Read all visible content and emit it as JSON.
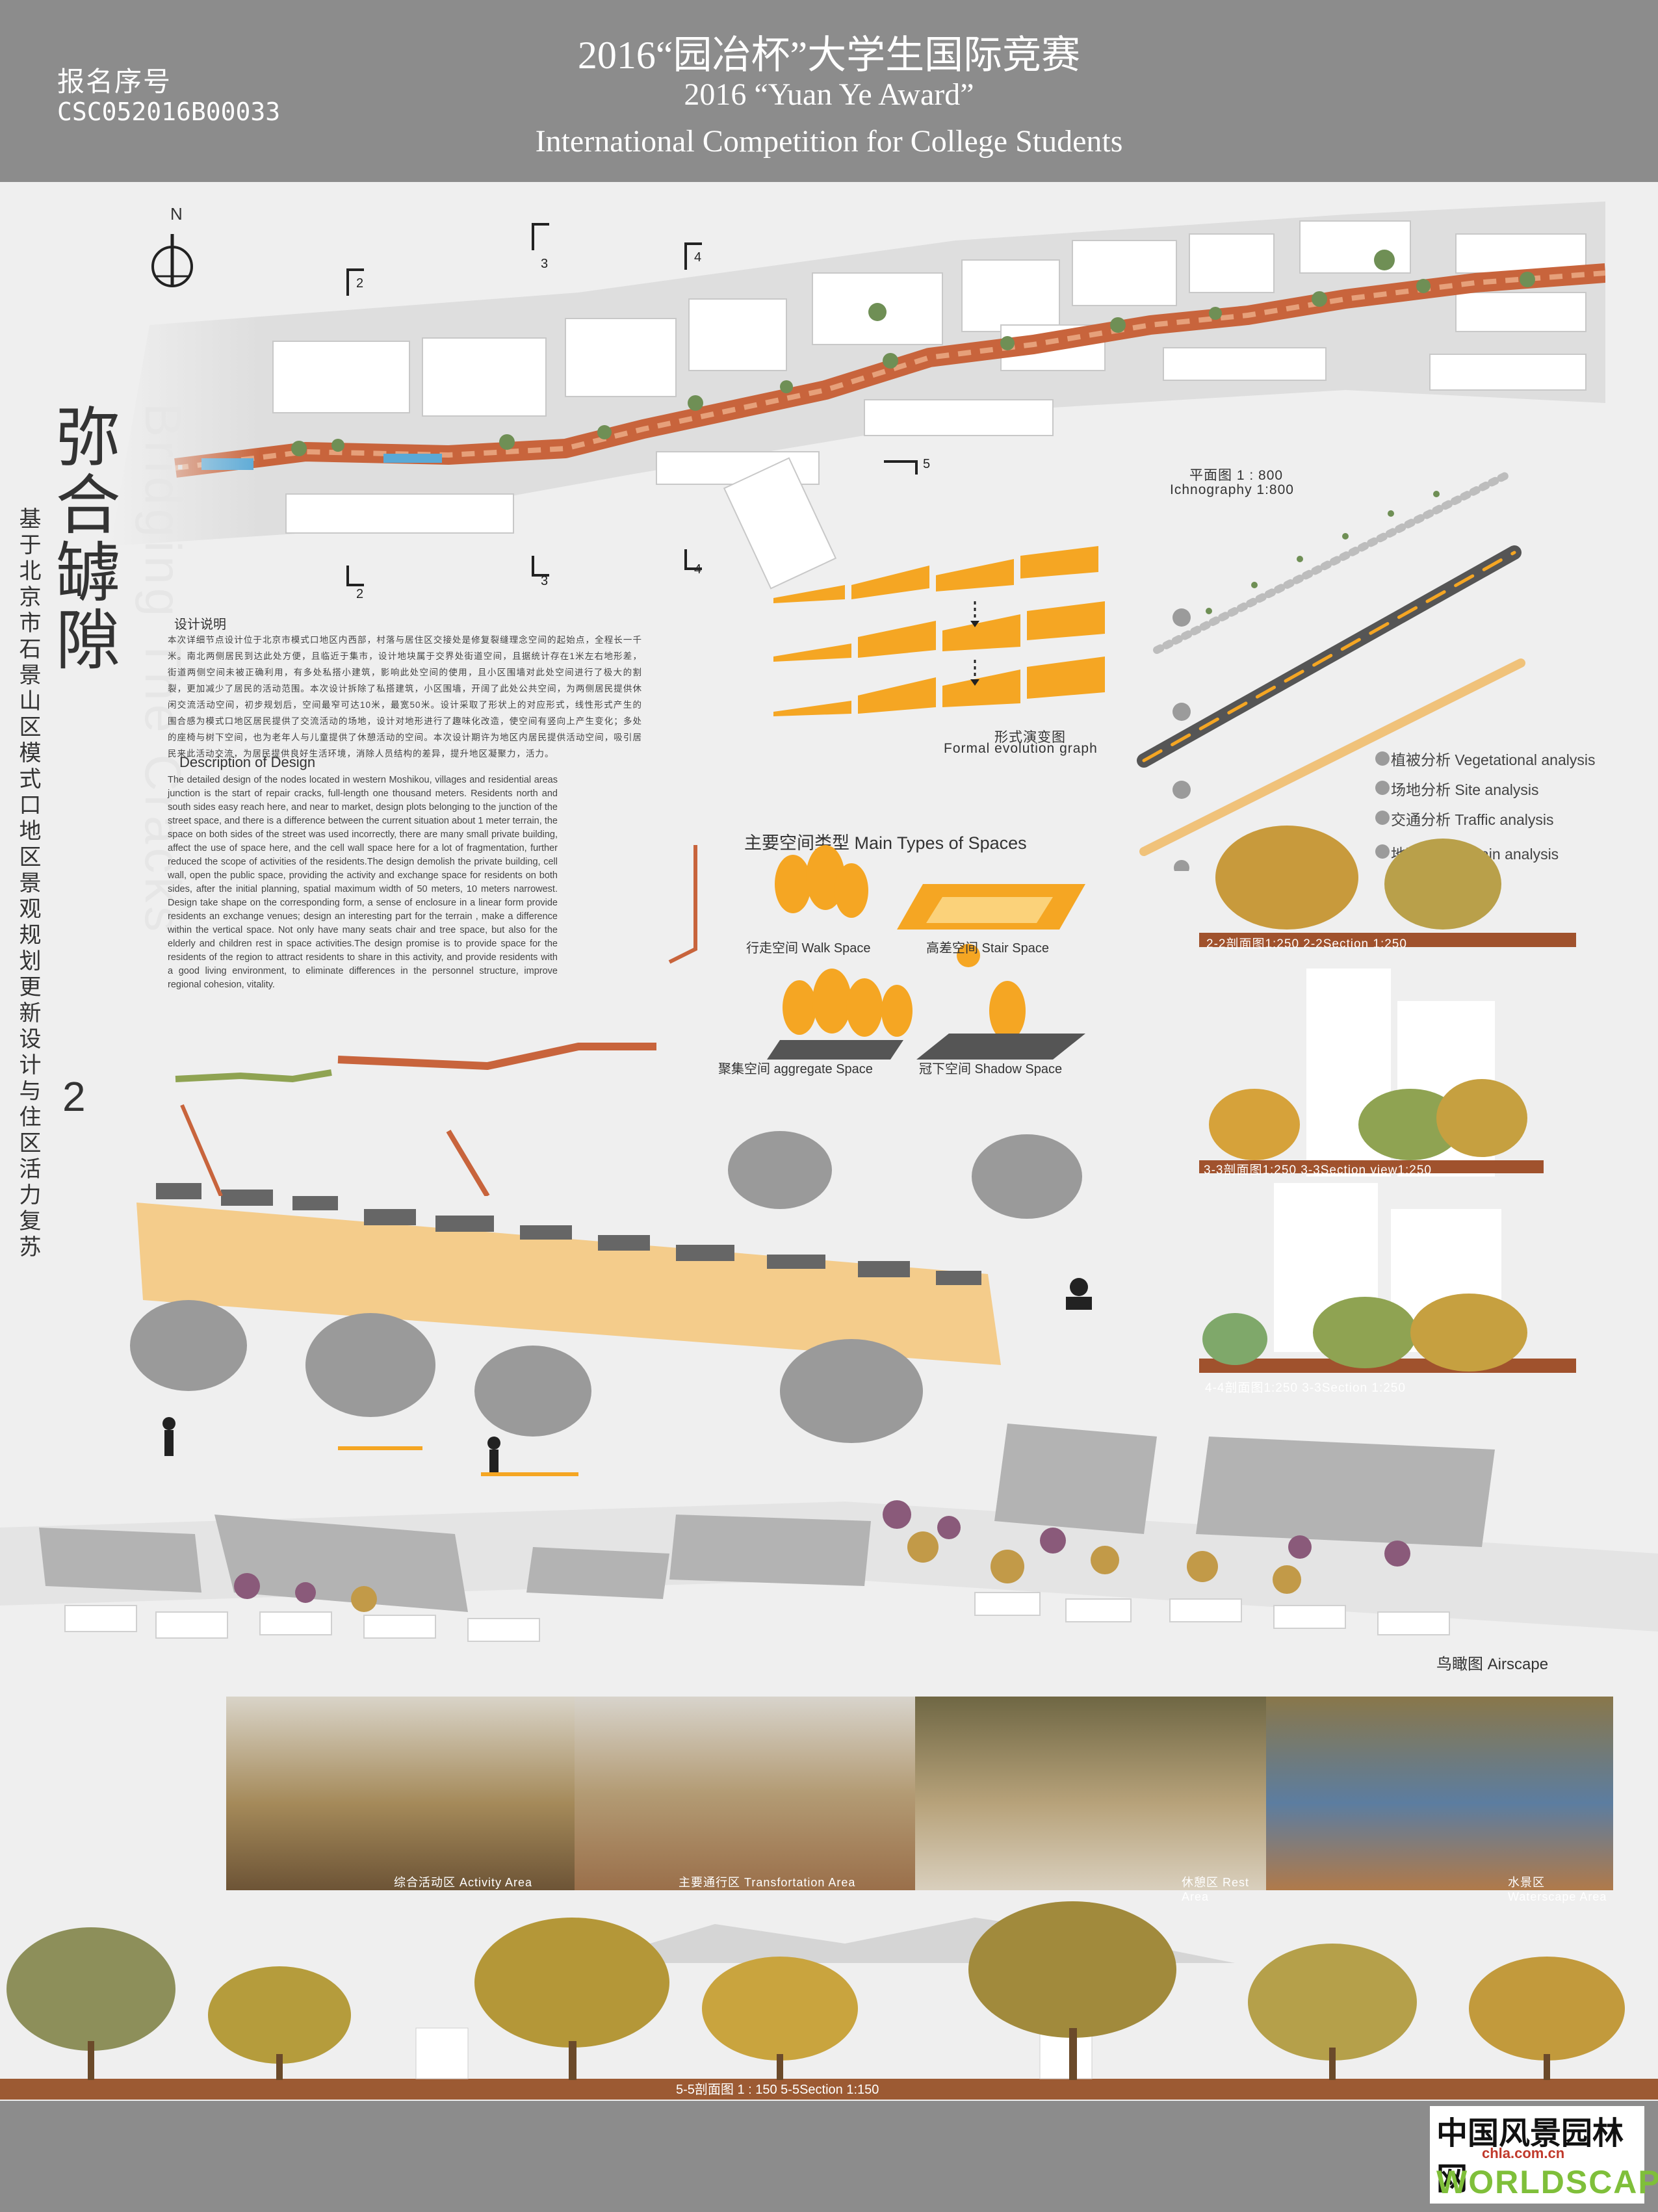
{
  "header": {
    "reg_label": "报名序号",
    "reg_code": "CSC052016B00033",
    "title_cn": "2016“园冶杯”大学生国际竞赛",
    "title_en_1": "2016 “Yuan Ye Award”",
    "title_en_2": "International Competition for College Students"
  },
  "project": {
    "title_cn": "弥合罅隙",
    "title_en": "Bridging The Cracks",
    "subtitle_cn": "基于北京市石景山区模式口地区景观规划更新设计与住区活力复苏",
    "sheet_number": "2"
  },
  "compass": {
    "label": "N"
  },
  "plan": {
    "label_cn": "平面图 1 : 800",
    "label_en": "Ichnography 1:800",
    "markers": [
      "2",
      "2",
      "3",
      "3",
      "4",
      "4",
      "5"
    ]
  },
  "design": {
    "heading_cn": "设计说明",
    "body_cn": "本次详细节点设计位于北京市模式口地区内西部，村落与居住区交接处是修复裂缝理念空间的起始点，全程长一千米。南北两侧居民到达此处方便，且临近于集市，设计地块属于交界处街道空间，且据统计存在1米左右地形差，街道两侧空间未被正确利用，有多处私搭小建筑，影响此处空间的使用，且小区围墙对此处空间进行了极大的割裂，更加减少了居民的活动范围。本次设计拆除了私搭建筑，小区围墙，开阔了此处公共空间，为两侧居民提供休闲交流活动空间，初步规划后，空间最窄可达10米，最宽50米。设计采取了形状上的对应形式，线性形式产生的围合感为模式口地区居民提供了交流活动的场地，设计对地形进行了趣味化改造，使空间有竖向上产生变化；多处的座椅与树下空间，也为老年人与儿童提供了休憩活动的空间。本次设计期许为地区内居民提供活动空间，吸引居民来此活动交流，为居民提供良好生活环境，消除人员结构的差异，提升地区凝聚力，活力。",
    "heading_en": "Description of Design",
    "body_en": "The detailed design of the nodes located in western Moshikou, villages and residential areas junction is the start of repair cracks, full-length one thousand meters. Residents north and south sides easy reach here, and near to market, design plots belonging to the junction of the street space, and there is a difference between the current situation about 1 meter terrain, the space on both sides of the street was used incorrectly, there are many small private building, affect the use of space here, and the cell wall space here for a lot of fragmentation, further reduced the scope of activities of the residents.The design demolish the private building, cell wall, open the public space, providing the activity and exchange space for residents on both sides, after the initial planning, spatial maximum width of 50 meters, 10 meters narrowest. Design take shape on the corresponding form, a sense of enclosure in a linear form provide residents an exchange venues; design an interesting part for the terrain , make a difference within the vertical space. Not only have many seats chair and tree space, but also for the elderly and children rest in space activities.The design promise is to provide space for the residents of the region to attract residents to share in this activity, and provide residents with a good living environment, to eliminate differences in the personnel structure, improve regional cohesion, vitality."
  },
  "form_evolution": {
    "label_cn": "形式演变图",
    "label_en": "Formal evolution graph"
  },
  "space_types": {
    "heading": "主要空间类型 Main Types of Spaces",
    "walk": "行走空间 Walk Space",
    "stair": "高差空间 Stair Space",
    "aggregate": "聚集空间 aggregate Space",
    "shadow": "冠下空间 Shadow Space"
  },
  "analysis": {
    "vegetation": "植被分析 Vegetational analysis",
    "site": "场地分析 Site analysis",
    "traffic": "交通分析 Traffic analysis",
    "terrain": "地形分析 Terrain analysis"
  },
  "sections": {
    "s22": "2-2剖面图1:250  2-2Section 1:250",
    "s33": "3-3剖面图1:250  3-3Section view1:250",
    "s44": "4-4剖面图1:250  3-3Section 1:250",
    "s55": "5-5剖面图 1 : 150   5-5Section 1:150"
  },
  "airscape": {
    "label": "鸟瞰图  Airscape"
  },
  "photos": [
    {
      "label": "综合活动区 Activity Area"
    },
    {
      "label": "主要通行区 Transfortation Area"
    },
    {
      "label": "休憩区 Rest Area"
    },
    {
      "label": "水景区 Waterscape Area"
    }
  ],
  "logo": {
    "cn": "中国风景园林网",
    "url": "chla.com.cn",
    "en": "WORLDSCAPE"
  },
  "colors": {
    "header": "#8c8c8c",
    "accent_orange": "#f5a623",
    "paving": "#c8643c",
    "background": "#efefef"
  }
}
